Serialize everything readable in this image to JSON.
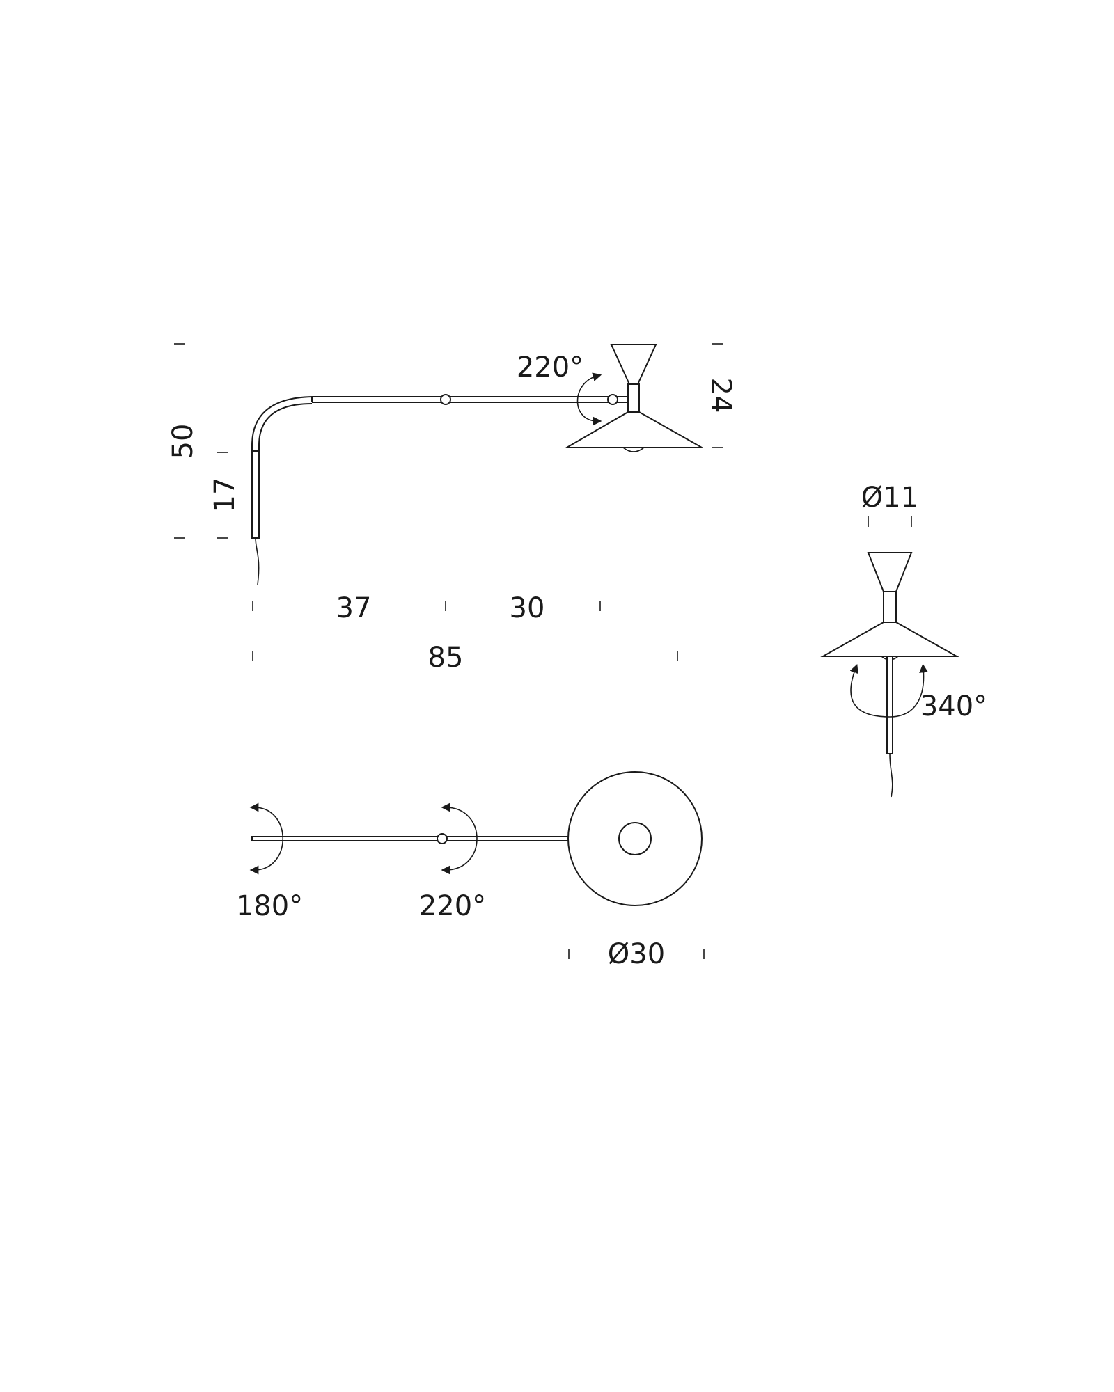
{
  "side_view": {
    "height_total": "50",
    "height_wall_mount": "17",
    "shade_height": "24",
    "arm_segment_1": "37",
    "arm_segment_2": "30",
    "total_reach": "85",
    "shade_rotation": "220°"
  },
  "front_view": {
    "top_diameter": "Ø11",
    "rotation": "340°"
  },
  "top_view": {
    "wall_rotation": "180°",
    "joint_rotation": "220°",
    "shade_diameter": "Ø30"
  }
}
